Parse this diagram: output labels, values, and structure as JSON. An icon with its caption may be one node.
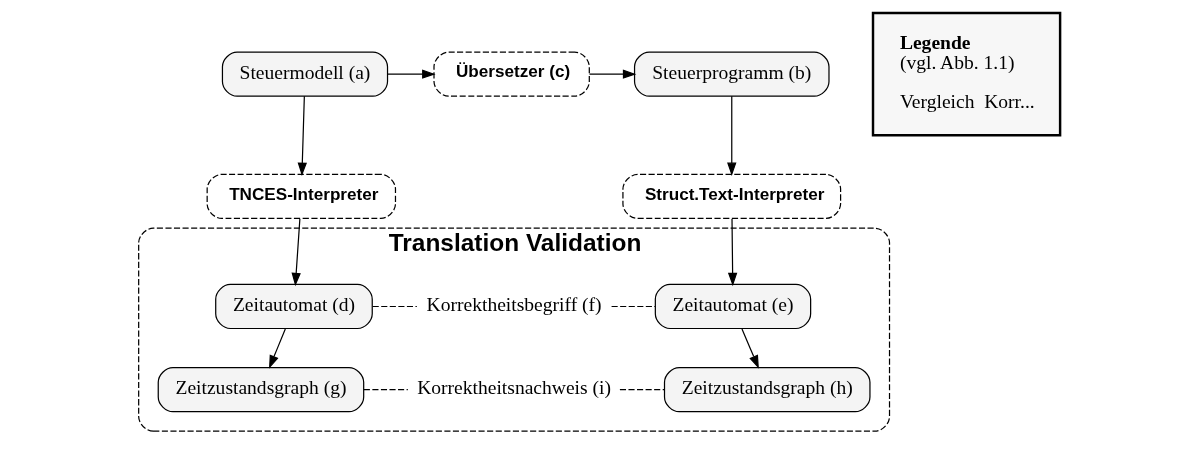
{
  "diagram": {
    "nodes": [
      {
        "text": [
          "Steuermodell (a)"
        ]
      },
      {
        "text": [
          "Übersetzer (c)"
        ]
      },
      {
        "text": [
          "Steuerprogramm (b)"
        ]
      },
      {
        "text": [
          "TNCES-Interpreter"
        ]
      },
      {
        "text": [
          "Struct.Text-Interpreter"
        ]
      },
      {
        "text": [
          "Translation Validation"
        ]
      },
      {
        "text": [
          "Zeitautomat (d)"
        ],
        "in": 5
      },
      {
        "text": [
          "Korrektheitsbegriff (f)"
        ],
        "in": 5
      },
      {
        "text": [
          "Zeitautomat (e)"
        ],
        "in": 5
      },
      {
        "text": [
          "Zeitzustandsgraph (g)"
        ],
        "in": 5
      },
      {
        "text": [
          "Korrektheitsnachweis (i)"
        ],
        "in": 5
      },
      {
        "text": [
          "Zeitzustandsgraph (h)"
        ],
        "in": 5
      },
      {
        "text": [
          "Legende",
          "(vgl. Abb. 1.1)",
          "Vergleich",
          "Korr..."
        ]
      }
    ],
    "edges": [
      {
        "from": 0,
        "to": 1,
        "arrow": "to"
      },
      {
        "from": 1,
        "to": 2,
        "arrow": "to"
      },
      {
        "from": 0,
        "to": 3,
        "arrow": "to"
      },
      {
        "from": 2,
        "to": 4,
        "arrow": "to"
      },
      {
        "from": 3,
        "to": 6,
        "arrow": "to"
      },
      {
        "from": 4,
        "to": 8,
        "arrow": "to"
      },
      {
        "from": 6,
        "to": 7,
        "arrow": "none",
        "style": "dashed"
      },
      {
        "from": 7,
        "to": 8,
        "arrow": "none",
        "style": "dashed"
      },
      {
        "from": 6,
        "to": 9,
        "arrow": "to"
      },
      {
        "from": 8,
        "to": 11,
        "arrow": "to"
      },
      {
        "from": 9,
        "to": 10,
        "arrow": "none",
        "style": "dashed"
      },
      {
        "from": 10,
        "to": 11,
        "arrow": "none",
        "style": "dashed"
      }
    ]
  }
}
